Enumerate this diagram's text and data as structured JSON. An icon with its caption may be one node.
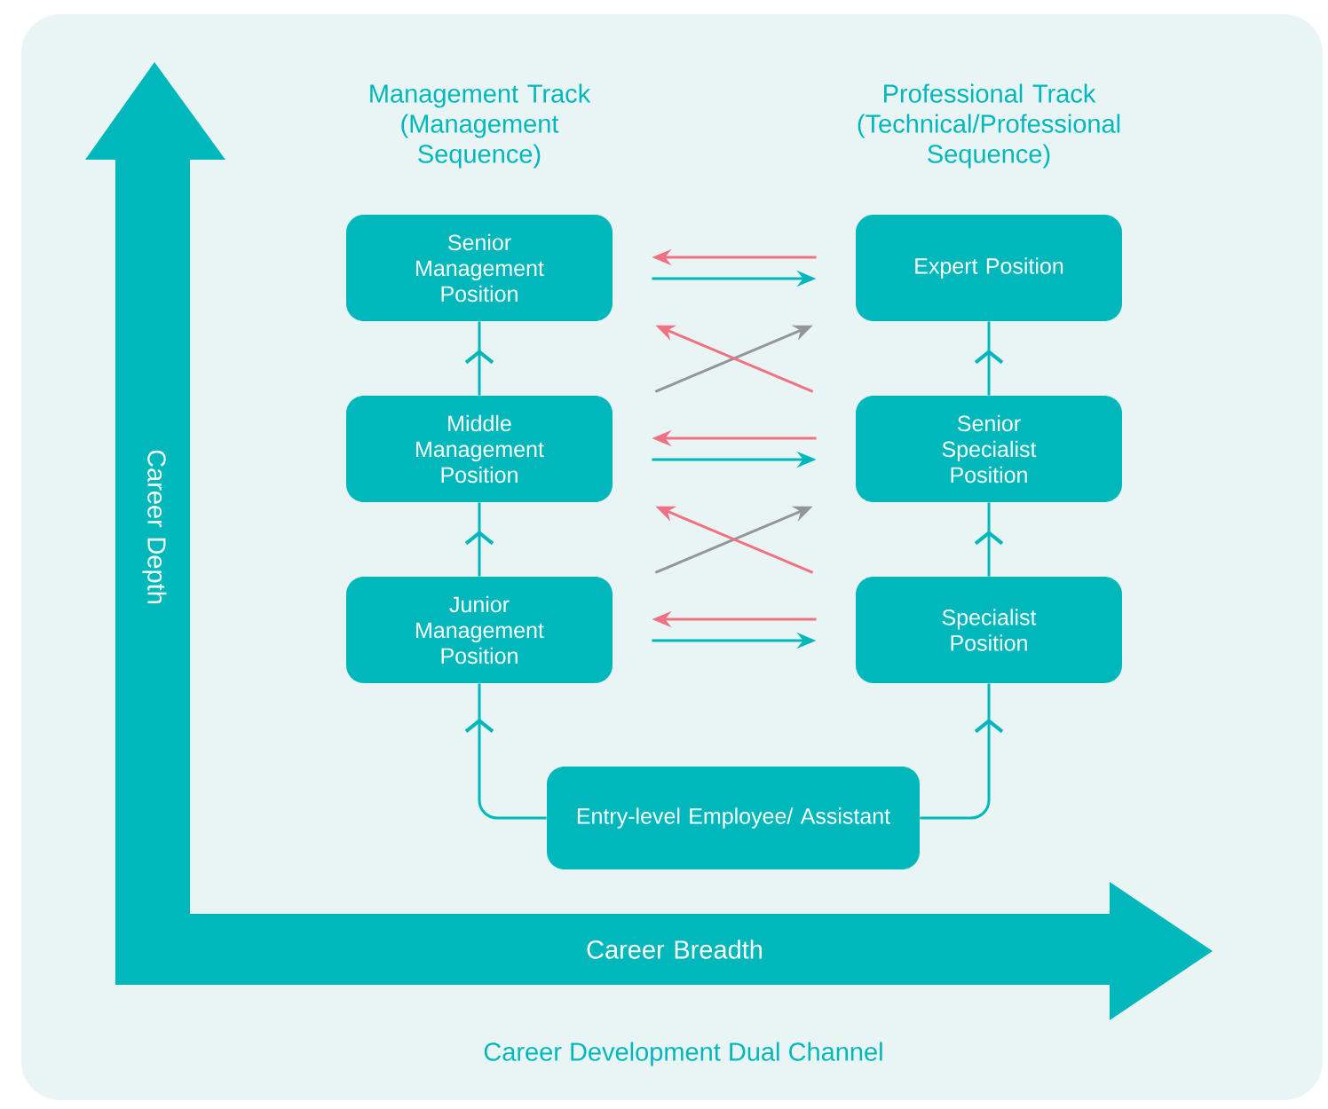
{
  "diagram": {
    "caption": "Career Development Dual Channel",
    "nodes": [
      {
        "text": [
          "Senior Management Position"
        ]
      },
      {
        "text": [
          "Middle Management Position"
        ]
      },
      {
        "text": [
          "Junior Management Position"
        ]
      },
      {
        "text": [
          "Expert Position"
        ]
      },
      {
        "text": [
          "Senior Specialist Position"
        ]
      },
      {
        "text": [
          "Specialist Position"
        ]
      },
      {
        "text": [
          "Entry-level Employee/ Assistant"
        ]
      }
    ],
    "edges": [
      {
        "from": 6,
        "to": 2,
        "arrow": "to"
      },
      {
        "from": 6,
        "to": 5,
        "arrow": "to"
      },
      {
        "from": 2,
        "to": 1,
        "arrow": "to"
      },
      {
        "from": 1,
        "to": 0,
        "arrow": "to"
      },
      {
        "from": 5,
        "to": 4,
        "arrow": "to"
      },
      {
        "from": 4,
        "to": 3,
        "arrow": "to"
      },
      {
        "from": 3,
        "to": 0,
        "arrow": "to",
        "color": "#f07282"
      },
      {
        "from": 0,
        "to": 3,
        "arrow": "to"
      },
      {
        "from": 4,
        "to": 1,
        "arrow": "to",
        "color": "#f07282"
      },
      {
        "from": 1,
        "to": 4,
        "arrow": "to"
      },
      {
        "from": 5,
        "to": 2,
        "arrow": "to",
        "color": "#f07282"
      },
      {
        "from": 2,
        "to": 5,
        "arrow": "to"
      },
      {
        "from": 1,
        "to": 3,
        "arrow": "to",
        "color": "#939598"
      },
      {
        "from": 4,
        "to": 0,
        "arrow": "to",
        "color": "#f07282"
      },
      {
        "from": 2,
        "to": 4,
        "arrow": "to",
        "color": "#939598"
      },
      {
        "from": 5,
        "to": 1,
        "arrow": "to",
        "color": "#f07282"
      }
    ],
    "labels": [
      "Management Track (Management Sequence)",
      "Professional Track (Technical/Professional Sequence)",
      "Career Depth",
      "Career Breadth"
    ]
  }
}
